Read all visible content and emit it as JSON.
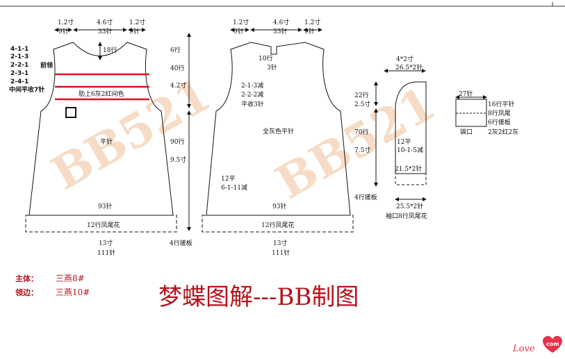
{
  "watermark": "BB521",
  "colors": {
    "ink": "#111111",
    "accent_red": "#e0101e",
    "title_red": "#b5121b",
    "watermark": "#f6dcc6",
    "love_pink": "#e8324a"
  },
  "front": {
    "top_left_cun": "1.2寸",
    "top_left_stitch": "9针",
    "top_mid_cun": "4.6寸",
    "top_mid_stitch": "33针",
    "top_right_cun": "1.2寸",
    "top_right_stitch": "9针",
    "decreases": [
      "4-1-1",
      "2-1-3",
      "2-2-1",
      "2-3-1",
      "2-4-1"
    ],
    "neck_label": "前领",
    "center_cast_off": "中间平收7针",
    "neck_depth": "18行",
    "stripe_label": "肋上6灰2红间色",
    "body_pattern": "平针",
    "bottom_stitch": "93针",
    "hem_band": "12行凤尾花",
    "bottom_cun": "13寸",
    "bottom_stitch2": "111针"
  },
  "measures": {
    "rows_6": "6行",
    "rows_40": "40行",
    "cun_42": "4.2寸",
    "rows_90": "90行",
    "cun_95": "9.5寸",
    "hem_rows": "4行搓板"
  },
  "back": {
    "top_left_cun": "1.2寸",
    "top_left_stitch": "9针",
    "top_mid_cun": "4.6寸",
    "top_mid_stitch": "33针",
    "top_right_cun": "1.2寸",
    "top_right_stitch": "9针",
    "neck_rows": "10行",
    "neck_stitch": "3针",
    "dec_1": "2-1-3减",
    "dec_2": "2-2-2减",
    "dec_3": "平收3针",
    "body_pattern": "全灰色平针",
    "side_rows": "12平",
    "side_dec": "6-1-11减",
    "bottom_stitch": "93针",
    "hem_band": "12行凤尾花",
    "bottom_cun": "13寸",
    "bottom_stitch2": "111针"
  },
  "sleeve": {
    "top_cun": "4*2寸",
    "top_stitch": "26.5*2针",
    "rows_22": "22行",
    "cun_25": "2.5寸",
    "rows_70": "70行",
    "cun_75": "7.5寸",
    "side_rows": "12平",
    "side_inc": "10-1-5减",
    "mid_stitch": "21.5*2针",
    "hem_rows": "4行搓板",
    "bottom_stitch": "25.5*2针",
    "cuff_label": "袖口8行凤尾花"
  },
  "pocket": {
    "stitches": "27针",
    "note_1": "16行平针",
    "note_2": "8行凤尾",
    "note_3": "6行搓板",
    "note_4": "2灰2红2灰",
    "label": "袋口"
  },
  "yarn": {
    "body_label": "主体：",
    "body_value": "三燕8#",
    "collar_label": "领边：",
    "collar_value": "三燕10#"
  },
  "title": "梦蝶图解---BB制图",
  "love_logo": {
    "word": "Love",
    "badge": "com"
  }
}
